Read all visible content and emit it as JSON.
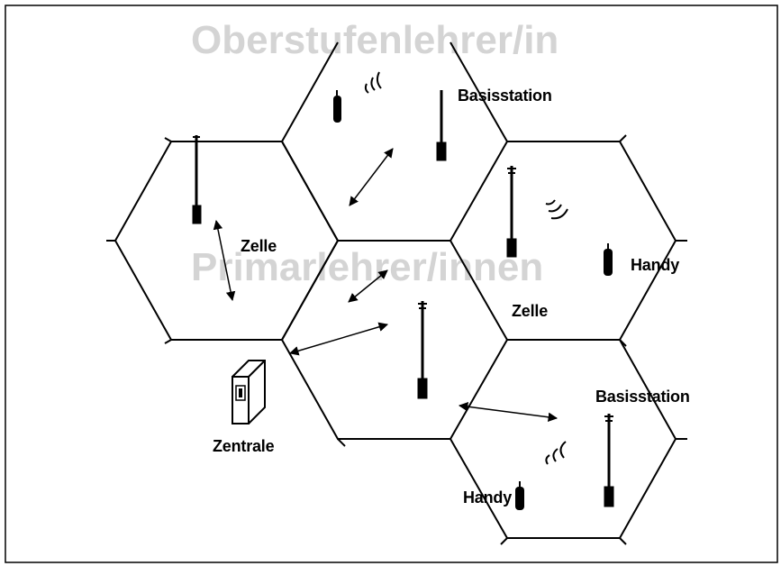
{
  "labels": {
    "basisstation_top": "Basisstation",
    "basisstation_bottom": "Basisstation",
    "zelle_left": "Zelle",
    "zelle_center": "Zelle",
    "handy_right": "Handy",
    "handy_bottom": "Handy",
    "zentrale": "Zentrale"
  },
  "background_text": {
    "heading1": "Oberstufenlehrer/in",
    "heading2": "Primarlehrer/innen"
  },
  "colors": {
    "ink": "#000000",
    "paper": "#ffffff",
    "bleed": "#d4d4d4"
  }
}
